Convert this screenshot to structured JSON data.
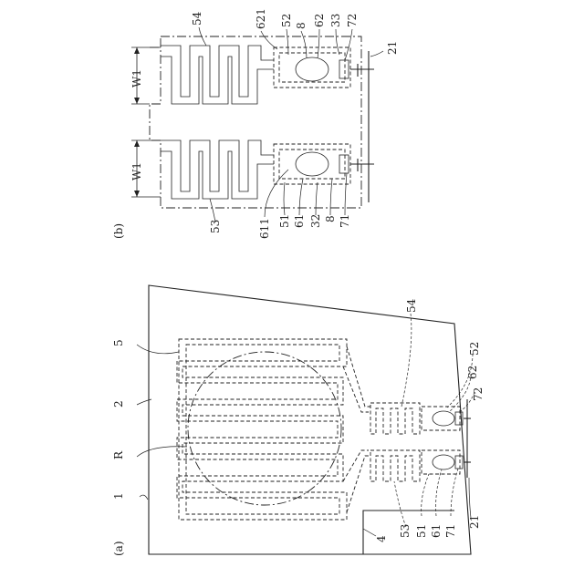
{
  "labels": {
    "fig_a": "(a)",
    "fig_b": "(b)",
    "n1": "1",
    "n2": "2",
    "nR": "R",
    "n5": "5",
    "n4": "4",
    "n53a": "53",
    "n54a": "54",
    "n51a": "51",
    "n52a": "52",
    "n61a": "61",
    "n62a": "62",
    "n71a": "71",
    "n72a": "72",
    "n21a": "21",
    "n54b": "54",
    "n621b": "621",
    "n52b": "52",
    "n8b1": "8",
    "n62b": "62",
    "n33b": "33",
    "n72b": "72",
    "n21b": "21",
    "nW1top": "W1",
    "nW1bot": "W1",
    "n53b": "53",
    "n611b": "611",
    "n51b": "51",
    "n61b": "61",
    "n32b": "32",
    "n8b2": "8",
    "n71b": "71"
  }
}
